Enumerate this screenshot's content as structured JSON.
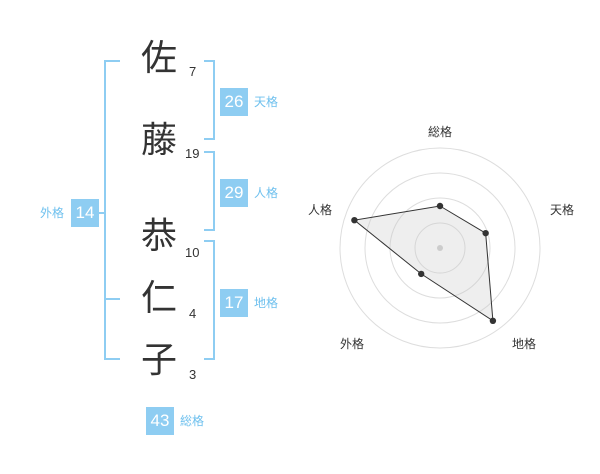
{
  "name": {
    "characters": [
      {
        "char": "佐",
        "strokes": "7"
      },
      {
        "char": "藤",
        "strokes": "19"
      },
      {
        "char": "恭",
        "strokes": "10"
      },
      {
        "char": "仁",
        "strokes": "4"
      },
      {
        "char": "子",
        "strokes": "3"
      }
    ]
  },
  "kaku": {
    "tenkaku": {
      "value": "26",
      "label": "天格"
    },
    "jinkaku": {
      "value": "29",
      "label": "人格"
    },
    "chikaku": {
      "value": "17",
      "label": "地格"
    },
    "gaikaku": {
      "value": "14",
      "label": "外格"
    },
    "soukaku": {
      "value": "43",
      "label": "総格"
    }
  },
  "colors": {
    "accent": "#8ecdf2",
    "accent_text": "#6ec0ee",
    "text": "#333333",
    "grid": "#dddddd"
  },
  "chart_data": {
    "type": "radar",
    "axes": [
      "総格",
      "天格",
      "地格",
      "外格",
      "人格"
    ],
    "values": [
      0.42,
      0.48,
      0.9,
      0.32,
      0.9
    ],
    "rings": 4
  }
}
